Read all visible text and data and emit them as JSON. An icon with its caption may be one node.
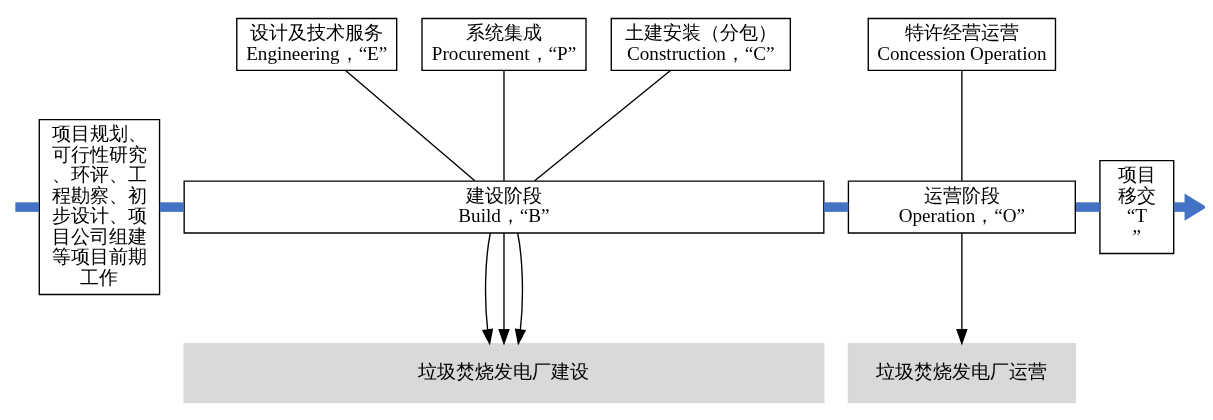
{
  "diagram": {
    "nodes": [
      {
        "text": [
          "项目规划、可行性研究、环评、工程勘察、初步设计、项目公司组建等项目前期工作"
        ]
      },
      {
        "text": [
          "设计及技术服务",
          "Engineering，“E”"
        ]
      },
      {
        "text": [
          "系统集成",
          "Procurement，“P”"
        ]
      },
      {
        "text": [
          "土建安装（分包）",
          "Construction，“C”"
        ]
      },
      {
        "text": [
          "建设阶段",
          "Build，“B”"
        ]
      },
      {
        "text": [
          "垃圾焚烧发电厂建设"
        ]
      },
      {
        "text": [
          "特许经营运营",
          "Concession Operation"
        ]
      },
      {
        "text": [
          "运营阶段",
          "Operation，“O”"
        ]
      },
      {
        "text": [
          "垃圾焚烧发电厂运营"
        ]
      },
      {
        "text": [
          "项目移交“T”"
        ]
      }
    ],
    "edges": [
      {
        "from": null,
        "to": 0,
        "arrow": "none",
        "style": "thick",
        "color": "#4472c4"
      },
      {
        "from": 0,
        "to": 4,
        "arrow": "none",
        "style": "thick",
        "color": "#4472c4"
      },
      {
        "from": 4,
        "to": 7,
        "arrow": "none",
        "style": "thick",
        "color": "#4472c4"
      },
      {
        "from": 7,
        "to": 9,
        "arrow": "none",
        "style": "thick",
        "color": "#4472c4"
      },
      {
        "from": 9,
        "to": null,
        "arrow": "to",
        "style": "thick",
        "color": "#4472c4"
      },
      {
        "from": 1,
        "to": 4,
        "arrow": "none"
      },
      {
        "from": 2,
        "to": 4,
        "arrow": "none"
      },
      {
        "from": 3,
        "to": 4,
        "arrow": "none"
      },
      {
        "from": 4,
        "to": 5,
        "arrow": "to"
      },
      {
        "from": 4,
        "to": 5,
        "arrow": "to"
      },
      {
        "from": 4,
        "to": 5,
        "arrow": "to"
      },
      {
        "from": 6,
        "to": 7,
        "arrow": "none"
      },
      {
        "from": 7,
        "to": 8,
        "arrow": "to"
      }
    ]
  }
}
